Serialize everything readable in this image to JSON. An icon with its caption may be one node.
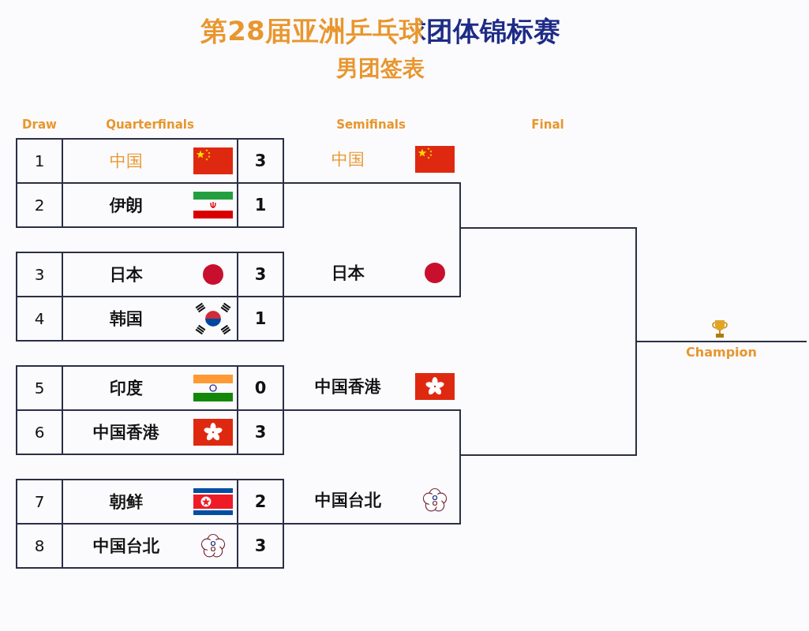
{
  "diagram": {
    "title": "第28届亚洲乒乓球团体锦标赛",
    "nodes": [
      {
        "text": [
          "1",
          "中国",
          "3"
        ]
      },
      {
        "text": [
          "2",
          "伊朗",
          "1"
        ]
      },
      {
        "text": [
          "3",
          "日本",
          "3"
        ]
      },
      {
        "text": [
          "4",
          "韩国",
          "1"
        ]
      },
      {
        "text": [
          "5",
          "印度",
          "0"
        ]
      },
      {
        "text": [
          "6",
          "中国香港",
          "3"
        ]
      },
      {
        "text": [
          "7",
          "朝鲜",
          "2"
        ]
      },
      {
        "text": [
          "8",
          "中国台北",
          "3"
        ]
      },
      {
        "text": [
          "中国"
        ]
      },
      {
        "text": [
          "日本"
        ]
      },
      {
        "text": [
          "中国香港"
        ]
      },
      {
        "text": [
          "中国台北"
        ]
      },
      {
        "text": [
          "Champion"
        ]
      }
    ],
    "edges": [
      {
        "from": 8,
        "to": 12,
        "arrow": "none"
      },
      {
        "from": 9,
        "to": 12,
        "arrow": "none"
      },
      {
        "from": 10,
        "to": 12,
        "arrow": "none"
      },
      {
        "from": 11,
        "to": 12,
        "arrow": "none"
      }
    ],
    "labels": [
      "男团签表",
      "Draw",
      "Quarterfinals",
      "Semifinals",
      "Final"
    ]
  }
}
